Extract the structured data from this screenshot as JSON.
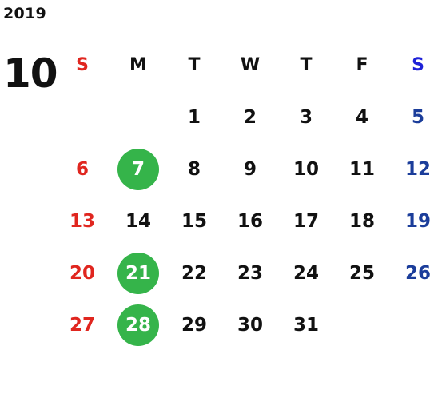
{
  "year": "2019",
  "month": "10",
  "colors": {
    "sunday": "#e0261f",
    "saturday": "#1b3d9a",
    "saturday_header": "#1f22d8",
    "highlight": "#35b44a",
    "text": "#111111"
  },
  "weekdays": [
    "S",
    "M",
    "T",
    "W",
    "T",
    "F",
    "S"
  ],
  "weeks": [
    [
      "",
      "",
      "1",
      "2",
      "3",
      "4",
      "5"
    ],
    [
      "6",
      "7",
      "8",
      "9",
      "10",
      "11",
      "12"
    ],
    [
      "13",
      "14",
      "15",
      "16",
      "17",
      "18",
      "19"
    ],
    [
      "20",
      "21",
      "22",
      "23",
      "24",
      "25",
      "26"
    ],
    [
      "27",
      "28",
      "29",
      "30",
      "31",
      "",
      ""
    ]
  ],
  "highlighted_days": [
    "7",
    "21",
    "28"
  ]
}
